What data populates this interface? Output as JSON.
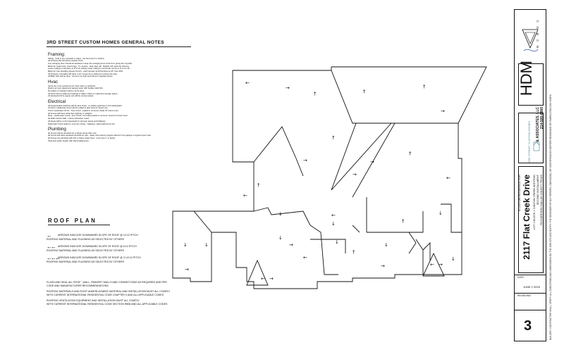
{
  "general_notes": {
    "title": "3RD STREET CUSTOM HOMES GENERAL NOTES",
    "sections": [
      {
        "heading": "Framing:",
        "lines": [
          "Siding - built in any verticals or rakes , Do Not tuck it in behind",
          "All window sills should be double 2x4's",
          "Any swinging door should be blocked to keep the swinging door knob from going thru drywall",
          "Block for towel bars, towel rings , Tv mounts , stair case rail . Builder will mark the framing",
          "Lower ceilings in showers to 8' if 10' ceiling, lower ceiling in commode rooms to 9' if it is 10'",
          "Block for free standing shower bench - each shower 2x10 blocking at 18\" from FFH",
          "All showers, tub baths will have a 12\" recess from ceiling to enclose the area",
          "All Bath tubs will be drop , boxes to be built according to supplied space"
        ]
      },
      {
        "heading": "Hvac",
        "lines": [
          "Vents are to be centered over door ways or windows",
          "Return air vent placement agreed upon with builder walk thru",
          "No plates or headers will be cut for lines",
          "All ducts tied to walls and ceilings in walk in attics to maximize storage space",
          "All ductwork Fill & supply unit will be smoke tested"
        ]
      },
      {
        "heading": "Electrical",
        "lines": [
          "All plugs/outlets switches will be plus strips , no plates openings in the backsplash",
          "At least 1 additional circuit will be pulled to attic area for future use",
          "Front- landscape circuit , Tree circuit - pulled to common closet for future timer",
          "all homes will have either Eve lighting or uplights",
          "Rear - Landscape circuit , tree circuit, roof outlet pulled to common closet for future timer",
          "all bulbs will be LED - unless otherwise noted",
          "All plugs will be in the baseboard in all open areas and hallways",
          "Night light circuit pulled to common closet - hallways, stairs,bathrooms tile,"
        ]
      },
      {
        "heading": "Plumbing",
        "lines": [
          "all homes will be plumbed for a whole house filter unit",
          "all homes will have separate shutoffs for gas , water and exterior spigots placed in the garage or agreed upon spot",
          "all homes are plumbed with 3/4 or better water lines , entry line 1\" or better",
          "Tank-less water heater with Recirculating line"
        ]
      }
    ]
  },
  "roof_plan": {
    "title": "ROOF   PLAN",
    "legend": [
      {
        "arrow": "←",
        "text": "ARROWS INDICATE DOWNWARD SLOPE OF ROOF @ 12:12 PITCH",
        "sub": "ROOFING MATERIAL AND FLASHING AS SELECTED BY OTHERS"
      },
      {
        "arrow": "←←",
        "text": "ARROWS INDICATE DOWNWARD SLOPE OF ROOF @ 6:12 PITCH",
        "sub": "ROOFING MATERIAL AND FLASHING AS SELECTED BY OTHERS"
      },
      {
        "arrow": "←←←",
        "text": "ARROWS INDICATE DOWNWARD SLOPE OF ROOF @ 3 1/2:12 PITCH",
        "sub": "ROOFING MATERIAL AND FLASHING AS SELECTED BY OTHERS"
      }
    ],
    "footnotes": [
      [
        "FLASH AND SEAL ALL ROOF , WALL, PARAPET WALLS AND CONNECTIONS AS REQUIRED AND PER",
        "CODE AND MANUFACTURER RECOMMENDATIONS"
      ],
      [
        "ROOFING MATERIALS AND ROOF UNDERLAYMENT MATERIAL AND INSTALLATION MUST ALL COMPLY",
        "WITH CURRENT INTERNATIONAL RESIDENTIAL CODE CHAPTER 9 AND ALL APPLICABLE CODES"
      ],
      [
        "ROOFING VENTILATION EQUIPMENT AND INSTALLATION MUST ALL COMPLY",
        "WITH CURRENT INTERNATIONAL RESIDENTIAL CODE SECTION R806 AND ALL APPLICABLE CODES"
      ]
    ]
  },
  "title_block": {
    "ncbdc": "N C B D C",
    "firm": "HDM",
    "firm_sub": "& ASSOCIATES, LLC",
    "firm_phone": "214-500-8860",
    "logo_text": "3RD STREET CUSTOM HOMES",
    "project_intro": "A CUSTOM RESIDENCE FOR",
    "address": "2117 Flat Creek Drive",
    "lot_line": "LOT 1 BLOCK 1 CANYON CREEK ADDITION",
    "phase_line": "SECOND INSTALLMENT",
    "city_line": "RICHARDSON DALLAS COUNTY TEXAS",
    "date_label": "DATE:",
    "date_value": "JUNE 2 2025",
    "revisions_label": "REVISIONS:",
    "sheet_number": "3",
    "disclaimer": "BUILDER / CONTRACTOR SHALL VERIFY ALL CONDITIONS AND DIMENSIONS ON THE JOB SITE AND NOTIFY THE DESIGNER OF ANY ERRORS, OMISSIONS, OR DISCREPANCIES BEFORE BEGINNING OR FABRICATING ANY WORK"
  }
}
